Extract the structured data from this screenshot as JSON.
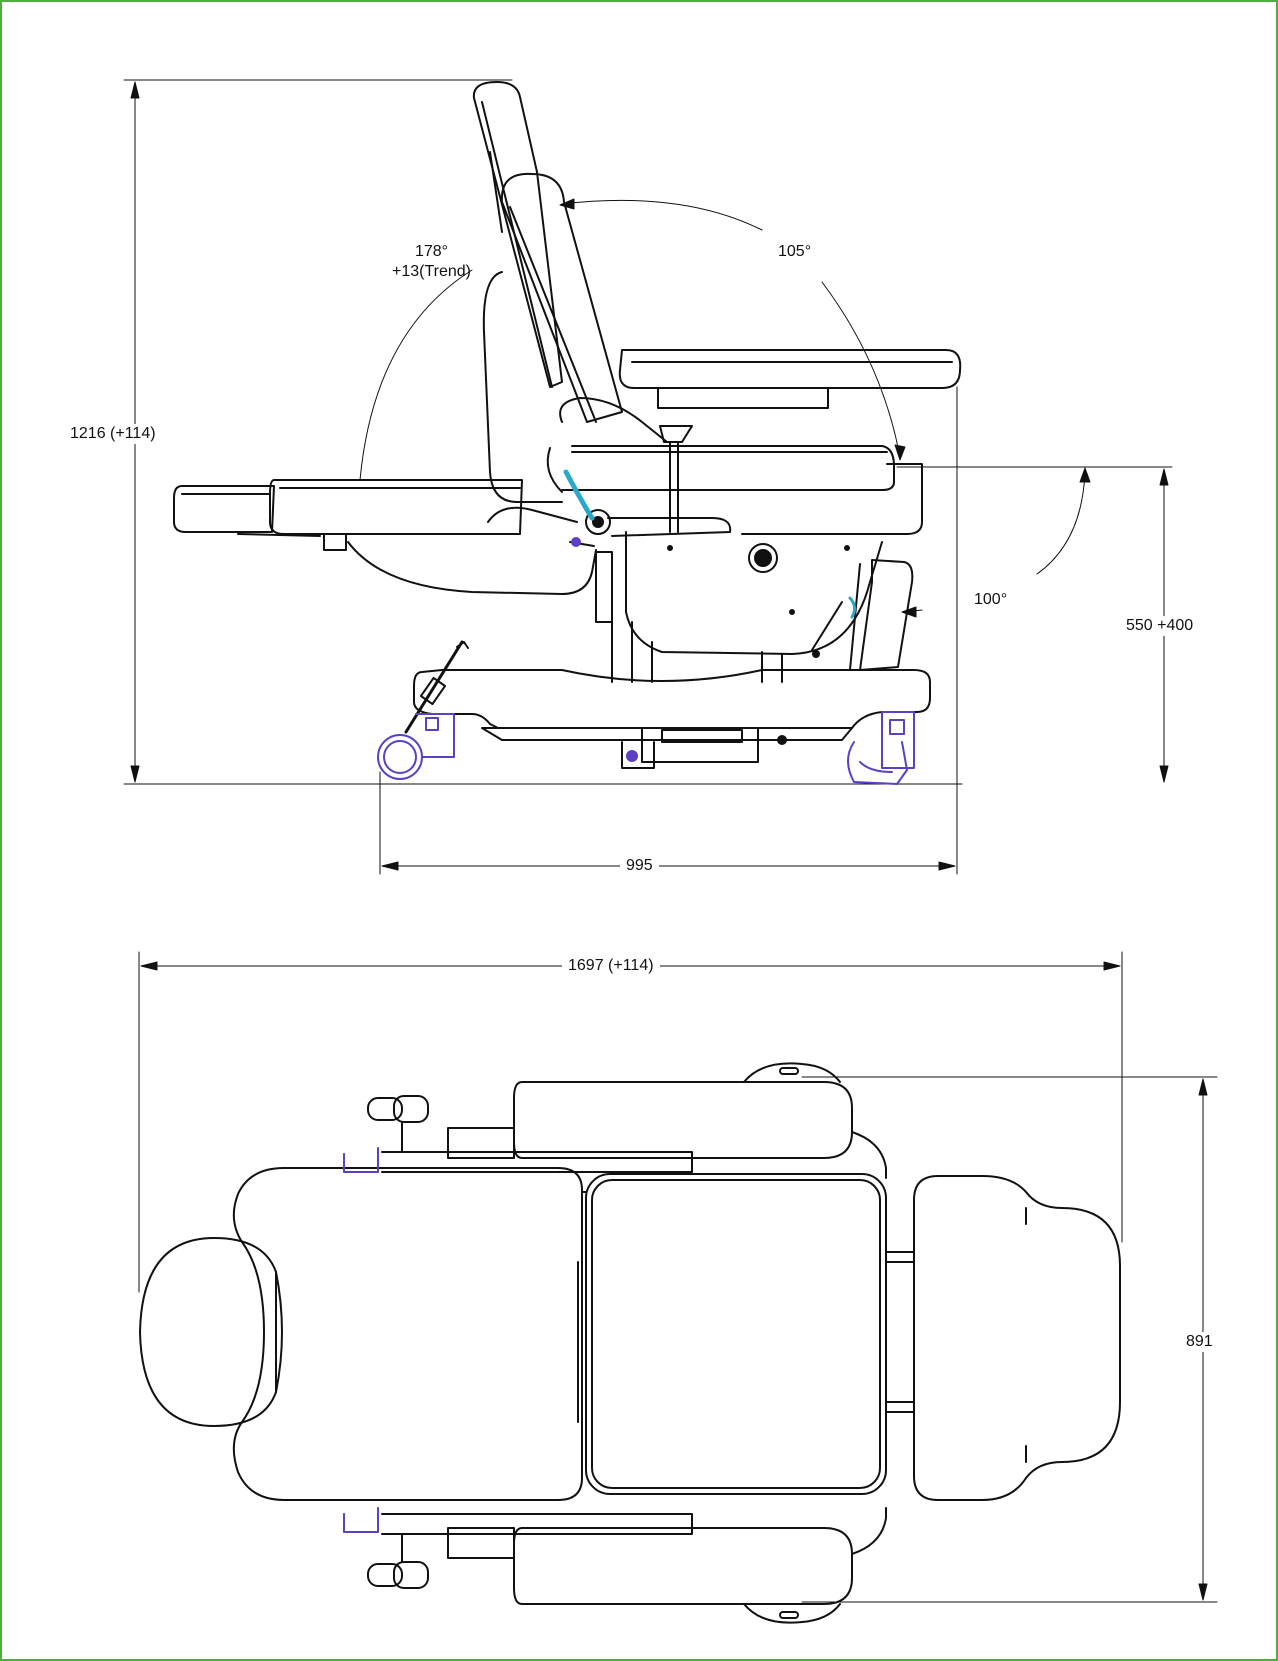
{
  "side_view": {
    "dim_total_height": "1216 (+114)",
    "dim_seat_height": "550 +400",
    "dim_depth": "995",
    "angle_back_line1": "178°",
    "angle_back_line2": "+13(Trend)",
    "angle_seat": "105°",
    "angle_leg": "100°"
  },
  "top_view": {
    "dim_length": "1697 (+114)",
    "dim_width": "891"
  },
  "colors": {
    "frame": "#4caf3e",
    "line": "#111111",
    "caster": "#5b3fc4",
    "handle": "#2aa7c9"
  }
}
